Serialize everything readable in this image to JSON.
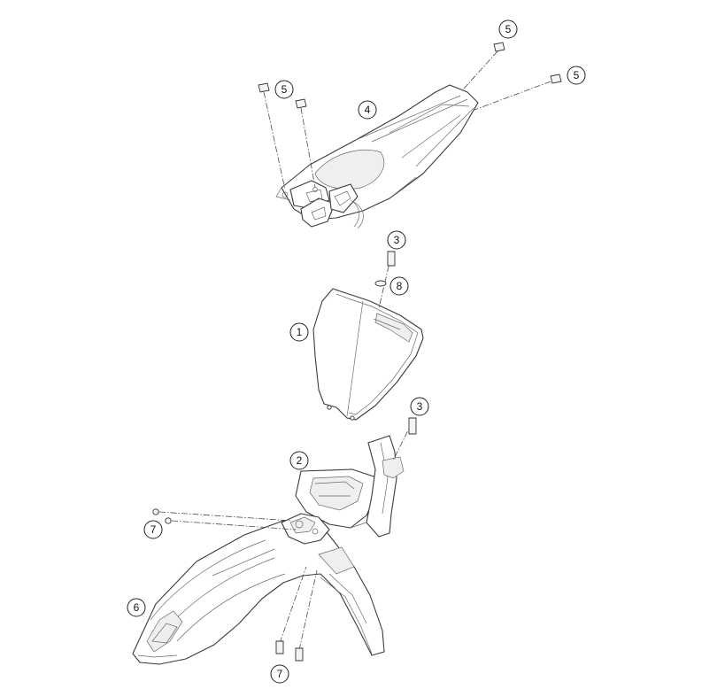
{
  "callouts": [
    {
      "id": "c1",
      "label": "1"
    },
    {
      "id": "c2",
      "label": "2"
    },
    {
      "id": "c3a",
      "label": "3"
    },
    {
      "id": "c3b",
      "label": "3"
    },
    {
      "id": "c4",
      "label": "4"
    },
    {
      "id": "c5a",
      "label": "5"
    },
    {
      "id": "c5b",
      "label": "5"
    },
    {
      "id": "c5c",
      "label": "5"
    },
    {
      "id": "c6",
      "label": "6"
    },
    {
      "id": "c7a",
      "label": "7"
    },
    {
      "id": "c7b",
      "label": "7"
    },
    {
      "id": "c8",
      "label": "8"
    }
  ]
}
